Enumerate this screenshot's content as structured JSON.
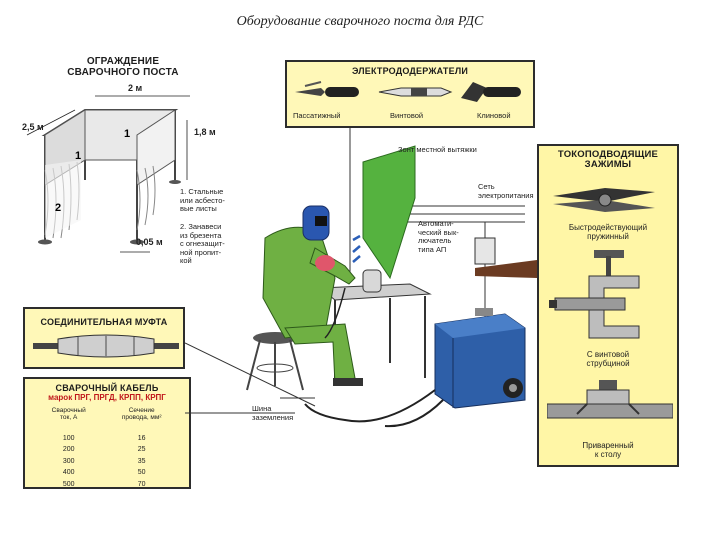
{
  "title": "Оборудование сварочного поста для РДС",
  "enclosure": {
    "heading": [
      "ОГРАЖДЕНИЕ",
      "СВАРОЧНОГО ПОСТА"
    ],
    "dim_width": "2 м",
    "dim_depth": "2,5 м",
    "dim_height": "1,8 м",
    "dim_gap": "0,05 м",
    "marker_1": "1",
    "marker_2": "2",
    "note_1": [
      "1. Стальные",
      "или асбесто-",
      "вые листы"
    ],
    "note_2": [
      "2. Занавеси",
      "из брезента",
      "с огнезащит-",
      "ной пропит-",
      "кой"
    ]
  },
  "holders": {
    "heading": "ЭЛЕКТРОДОДЕРЖАТЕЛИ",
    "types": [
      "Пассатижный",
      "Винтовой",
      "Клиновой"
    ]
  },
  "clamps": {
    "heading": [
      "ТОКОПОДВОДЯЩИЕ",
      "ЗАЖИМЫ"
    ],
    "types": [
      [
        "Быстродействующий",
        "пружинный"
      ],
      [
        "С винтовой",
        "струбциной"
      ],
      [
        "Приваренный",
        "к столу"
      ]
    ]
  },
  "coupling": {
    "heading": "СОЕДИНИТЕЛЬНАЯ МУФТА"
  },
  "cable": {
    "heading": "СВАРОЧНЫЙ КАБЕЛЬ",
    "brands": "марок ПРГ, ПРГД, КРПП, КРПГ",
    "col_current": [
      "Сварочный",
      "ток, А"
    ],
    "col_section": [
      "Сечение",
      "провода, мм²"
    ],
    "rows": [
      [
        "100",
        "16"
      ],
      [
        "200",
        "25"
      ],
      [
        "300",
        "35"
      ],
      [
        "400",
        "50"
      ],
      [
        "500",
        "70"
      ]
    ]
  },
  "station": {
    "hood": "Зонт местной вытяжки",
    "network": [
      "Сеть",
      "электропитания"
    ],
    "breaker": [
      "Автомати-",
      "ческий вык-",
      "лючатель",
      "типа АП"
    ],
    "ground_bus": [
      "Шина",
      "заземления"
    ]
  },
  "colors": {
    "panel": "#fff8b8",
    "worker": "#6fb043",
    "machine": "#2e5fa8",
    "hood": "#55b23f"
  }
}
